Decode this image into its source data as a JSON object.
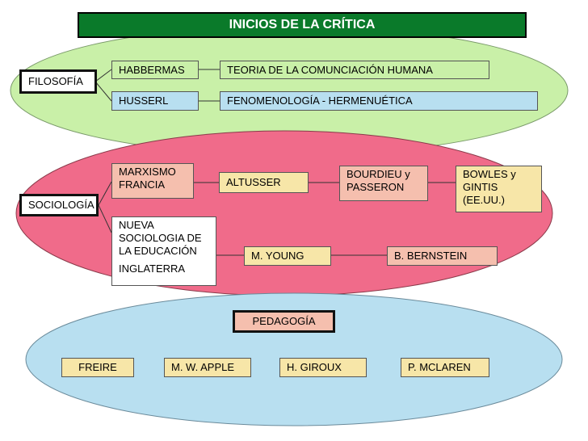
{
  "title": "INICIOS DE LA CRÍTICA",
  "colors": {
    "title_bg": "#0a7a2a",
    "filosofia_ellipse": "#c9f0a8",
    "sociologia_ellipse": "#f06b8a",
    "pedagogia_ellipse": "#b8dff0",
    "blue_box": "#b8dff0",
    "salmon_box": "#f5bfae",
    "cream_box": "#f7e6a8"
  },
  "filosofia": {
    "label": "FILOSOFÍA",
    "habbermas": "HABBERMAS",
    "habbermas_theory": "TEORIA DE LA COMUNCIACIÓN HUMANA",
    "husserl": "HUSSERL",
    "husserl_theory": "FENOMENOLOGÍA - HERMENUÉTICA"
  },
  "sociologia": {
    "label": "SOCIOLOGÍA",
    "marxismo": [
      "MARXISMO",
      "FRANCIA"
    ],
    "altusser": "ALTUSSER",
    "bourdieu": [
      "BOURDIEU y",
      "PASSERON"
    ],
    "bowles": [
      "BOWLES y",
      "GINTIS",
      "(EE.UU.)"
    ],
    "nueva": [
      "NUEVA",
      "SOCIOLOGIA DE",
      "LA EDUCACIÓN",
      "INGLATERRA"
    ],
    "young": "M. YOUNG",
    "bernstein": "B. BERNSTEIN"
  },
  "pedagogia": {
    "label": "PEDAGOGÍA",
    "freire": "FREIRE",
    "apple": "M. W. APPLE",
    "giroux": "H. GIROUX",
    "mclaren": "P. MCLAREN"
  }
}
